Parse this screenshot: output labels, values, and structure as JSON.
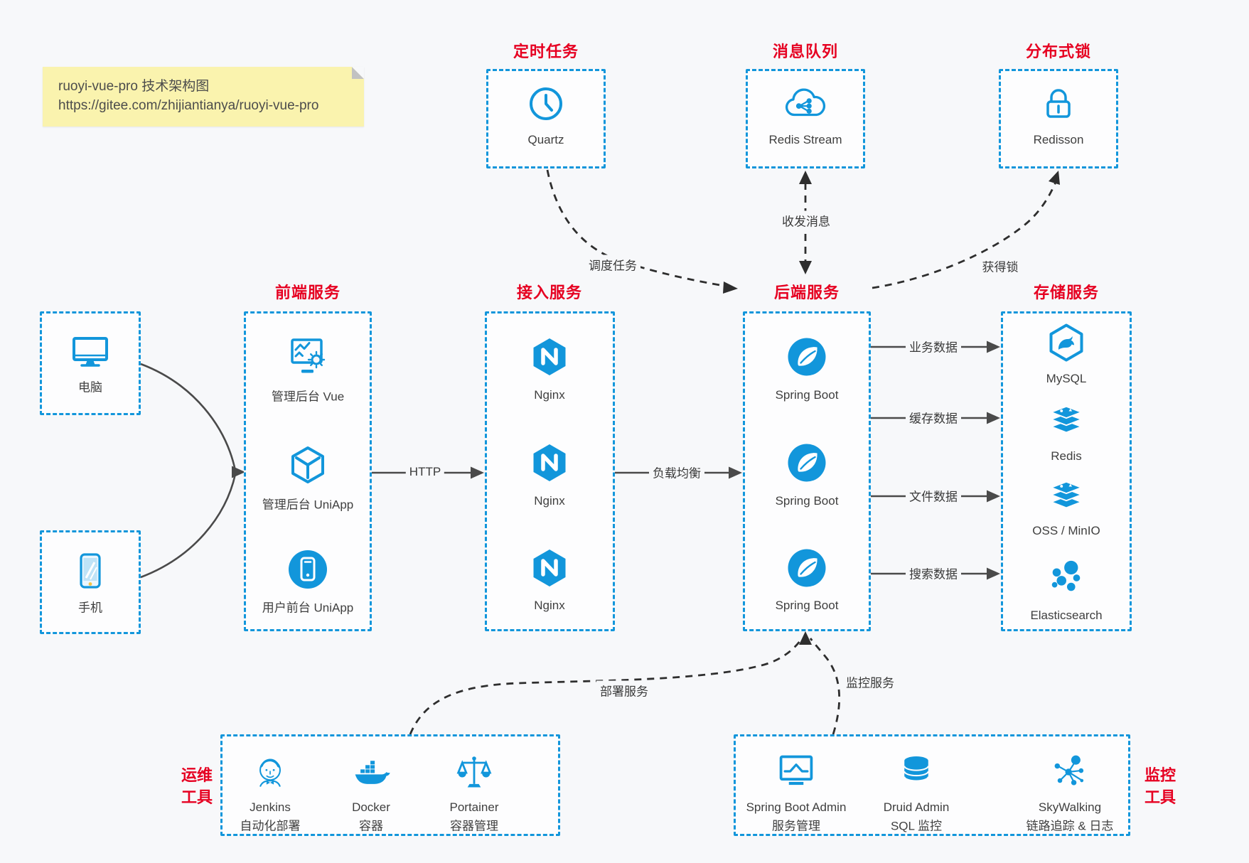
{
  "note": {
    "title": "ruoyi-vue-pro 技术架构图",
    "url": "https://gitee.com/zhijiantianya/ruoyi-vue-pro"
  },
  "colors": {
    "accent_blue": "#1296db",
    "title_red": "#e60021",
    "solid_line": "#4a4a4a",
    "dashed_line": "#2e2e2e",
    "note_bg": "#faf3ae",
    "page_bg": "#f7f8fa"
  },
  "top": [
    {
      "title": "定时任务",
      "label": "Quartz",
      "icon": "clock-icon"
    },
    {
      "title": "消息队列",
      "label": "Redis Stream",
      "icon": "cloud-stream-icon"
    },
    {
      "title": "分布式锁",
      "label": "Redisson",
      "icon": "lock-icon"
    }
  ],
  "clients": [
    {
      "label": "电脑",
      "icon": "desktop-icon"
    },
    {
      "label": "手机",
      "icon": "phone-icon"
    }
  ],
  "columns": [
    {
      "title": "前端服务",
      "items": [
        {
          "label": "管理后台 Vue",
          "icon": "admin-vue-icon"
        },
        {
          "label": "管理后台 UniApp",
          "icon": "uniapp-cube-icon"
        },
        {
          "label": "用户前台 UniApp",
          "icon": "user-app-icon"
        }
      ]
    },
    {
      "title": "接入服务",
      "items": [
        {
          "label": "Nginx",
          "icon": "nginx-icon"
        },
        {
          "label": "Nginx",
          "icon": "nginx-icon"
        },
        {
          "label": "Nginx",
          "icon": "nginx-icon"
        }
      ]
    },
    {
      "title": "后端服务",
      "items": [
        {
          "label": "Spring Boot",
          "icon": "spring-icon"
        },
        {
          "label": "Spring Boot",
          "icon": "spring-icon"
        },
        {
          "label": "Spring Boot",
          "icon": "spring-icon"
        }
      ]
    },
    {
      "title": "存储服务",
      "items": [
        {
          "label": "MySQL",
          "icon": "mysql-icon"
        },
        {
          "label": "Redis",
          "icon": "redis-icon"
        },
        {
          "label": "OSS / MinIO",
          "icon": "oss-icon"
        },
        {
          "label": "Elasticsearch",
          "icon": "elasticsearch-icon"
        }
      ]
    }
  ],
  "bottom": [
    {
      "lines": [
        "运维",
        "工具"
      ],
      "items": [
        {
          "name": "Jenkins",
          "desc": "自动化部署",
          "icon": "jenkins-icon"
        },
        {
          "name": "Docker",
          "desc": "容器",
          "icon": "docker-icon"
        },
        {
          "name": "Portainer",
          "desc": "容器管理",
          "icon": "portainer-icon"
        }
      ]
    },
    {
      "lines": [
        "监控",
        "工具"
      ],
      "items": [
        {
          "name": "Spring Boot Admin",
          "desc": "服务管理",
          "icon": "boot-admin-icon"
        },
        {
          "name": "Druid Admin",
          "desc": "SQL 监控",
          "icon": "druid-icon"
        },
        {
          "name": "SkyWalking",
          "desc": "链路追踪 & 日志",
          "icon": "skywalking-icon"
        }
      ]
    }
  ],
  "edges": {
    "http": "HTTP",
    "load_balance": "负载均衡",
    "biz_data": "业务数据",
    "cache_data": "缓存数据",
    "file_data": "文件数据",
    "search_data": "搜索数据",
    "schedule": "调度任务",
    "message": "收发消息",
    "lock": "获得锁",
    "deploy": "部署服务",
    "monitor": "监控服务"
  }
}
